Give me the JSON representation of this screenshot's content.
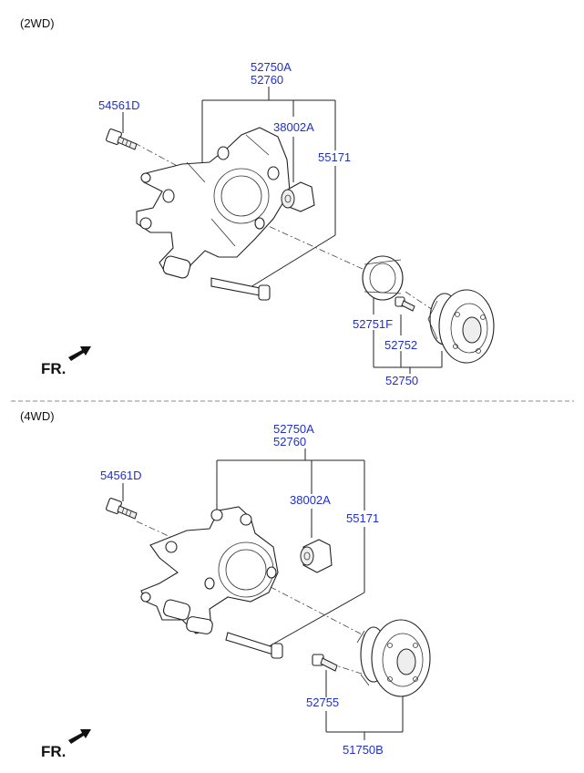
{
  "sections": {
    "top": {
      "heading": "(2WD)",
      "labels": {
        "knuckle_a": "52750A",
        "knuckle_b": "52760",
        "bolt": "54561D",
        "bushing": "38002A",
        "pin": "55171",
        "hub_cover": "52751F",
        "hub_bolt": "52752",
        "hub_assy": "52750"
      },
      "front_label": "FR."
    },
    "bottom": {
      "heading": "(4WD)",
      "labels": {
        "knuckle_a": "52750A",
        "knuckle_b": "52760",
        "bolt": "54561D",
        "bushing": "38002A",
        "pin": "55171",
        "hub_bolt": "52755",
        "hub_assy": "51750B"
      },
      "front_label": "FR."
    }
  },
  "colors": {
    "label": "#1f2fd0",
    "line": "#222222",
    "divider": "#666666"
  }
}
